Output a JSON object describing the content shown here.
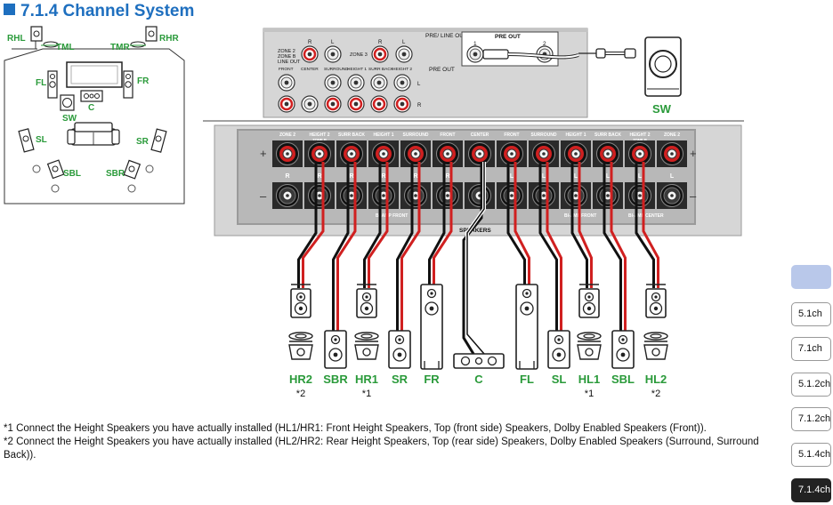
{
  "page": {
    "title": "7.1.4 Channel System",
    "notes": [
      "*1 Connect the Height Speakers you have actually installed (HL1/HR1: Front Height Speakers, Top (front side) Speakers, Dolby Enabled Speakers (Front)).",
      "*2 Connect the Height Speakers you have actually installed (HL2/HR2: Rear Height Speakers, Top (rear side) Speakers, Dolby Enabled Speakers (Surround, Surround Back))."
    ]
  },
  "room": {
    "labels": {
      "rhl": "RHL",
      "tml": "TML",
      "tmr": "TMR",
      "rhr": "RHR",
      "fl": "FL",
      "fr": "FR",
      "c": "C",
      "sw": "SW",
      "sl": "SL",
      "sr": "SR",
      "sbl": "SBL",
      "sbr": "SBR"
    }
  },
  "top_panel": {
    "zone2_label": "ZONE 2",
    "zone2_b_label": "ZONE B",
    "line_out_label": "LINE OUT",
    "zone3_label": "ZONE 3",
    "pre_line_out_label": "PRE/ LINE OUT",
    "pre_out_label": "PRE OUT",
    "pre_out_col_labels": [
      "FRONT",
      "CENTER",
      "SURROUND",
      "HEIGHT 1",
      "SURR BACK",
      "HEIGHT 2"
    ],
    "ch_r": "R",
    "ch_l": "L",
    "sw_pre_out_title": "PRE OUT",
    "sw_pre_out_ports": [
      "1",
      "2"
    ],
    "subwoofer_label": "SW"
  },
  "receiver": {
    "terminal_headers": [
      "ZONE 2",
      "HEIGHT 2",
      "SURR BACK",
      "HEIGHT 1",
      "SURROUND",
      "FRONT",
      "CENTER",
      "FRONT",
      "SURROUND",
      "HEIGHT 1",
      "SURR BACK",
      "HEIGHT 2",
      "ZONE 2"
    ],
    "sub_headers": [
      "ZONE B",
      "ZONE B"
    ],
    "plus": "+",
    "minus": "–",
    "r": "R",
    "l": "L",
    "bi_amp_front": "BI-AMP FRONT",
    "bi_amp_center": "BI-AMP CENTER",
    "speakers_label": "SPEAKERS"
  },
  "speakers": [
    {
      "label": "HR2",
      "note": "*2"
    },
    {
      "label": "SBR",
      "note": ""
    },
    {
      "label": "HR1",
      "note": "*1"
    },
    {
      "label": "SR",
      "note": ""
    },
    {
      "label": "FR",
      "note": ""
    },
    {
      "label": "C",
      "note": ""
    },
    {
      "label": "FL",
      "note": ""
    },
    {
      "label": "SL",
      "note": ""
    },
    {
      "label": "HL1",
      "note": "*1"
    },
    {
      "label": "SBL",
      "note": ""
    },
    {
      "label": "HL2",
      "note": "*2"
    }
  ],
  "nav": {
    "tabs": [
      {
        "label": ""
      },
      {
        "label": "5.1ch"
      },
      {
        "label": "7.1ch"
      },
      {
        "label": "5.1.2ch"
      },
      {
        "label": "7.1.2ch"
      },
      {
        "label": "5.1.4ch"
      },
      {
        "label": "7.1.4ch"
      }
    ]
  },
  "colors": {
    "title": "#1e6fbf",
    "label_green": "#2a9a3a",
    "cable_red": "#d02020",
    "cable_dark": "#111111",
    "panel_gray": "#d6d6d6",
    "tab_active": "#222222",
    "tab_blank": "#b9c8ea"
  }
}
